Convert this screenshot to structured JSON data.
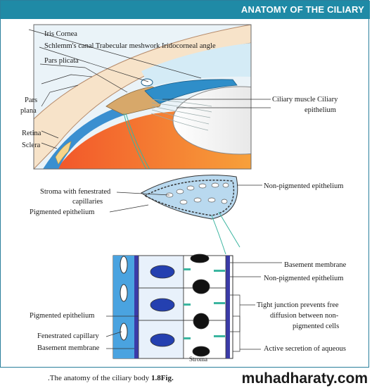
{
  "header": {
    "title": "ANATOMY OF THE CILIARY"
  },
  "labels": {
    "iris_cornea": "Iris Cornea",
    "schlemm": "Schlemm's canal Trabecular meshwork Iridocorneal angle",
    "pars_plicata": "Pars plicata",
    "pars_plana_1": "Pars",
    "pars_plana_2": "plana",
    "retina": "Retina",
    "sclera": "Sclera",
    "ciliary_muscle_1": "Ciliary muscle Ciliary",
    "ciliary_muscle_2": "epithelium",
    "stroma_1": "Stroma with fenestrated",
    "stroma_2": "capillaries",
    "pigmented_1": "Pigmented epithelium",
    "nonpig_1": "Non-pigmented epithelium",
    "basement_right": "Basement membrane",
    "nonpig_2": "Non-pigmented epithelium",
    "tight_1": "Tight junction prevents free",
    "tight_2": "diffusion between non-",
    "tight_3": "pigmented cells",
    "pigmented_2": "Pigmented epithelium",
    "fenestrated": "Fenestrated capillary",
    "basement_left": "Basement membrane",
    "active": "Active secretion of aqueous",
    "stroma_bottom": "Stroma"
  },
  "caption": {
    "text": ".The anatomy of the ciliary body",
    "fig": "1.8Fig."
  },
  "brand": "muhadharaty.com"
}
